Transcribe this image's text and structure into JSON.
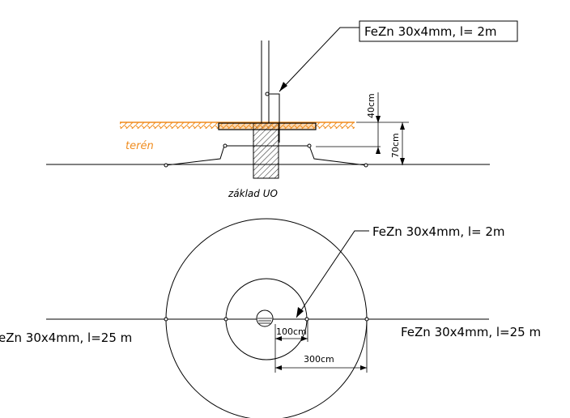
{
  "elevation": {
    "callout_label": "FeZn 30x4mm, l= 2m",
    "terrain_label": "terén",
    "foundation_label": "základ UO",
    "dim_40": "40cm",
    "dim_70": "70cm"
  },
  "plan": {
    "callout_label": "FeZn 30x4mm, l= 2m",
    "left_strip_label": "eZn 30x4mm, l=25  m",
    "right_strip_label": "FeZn 30x4mm, l=25  m",
    "dim_100": "100cm",
    "dim_300": "300cm"
  },
  "colors": {
    "terrain": "#f08c1e",
    "line": "#000000"
  }
}
